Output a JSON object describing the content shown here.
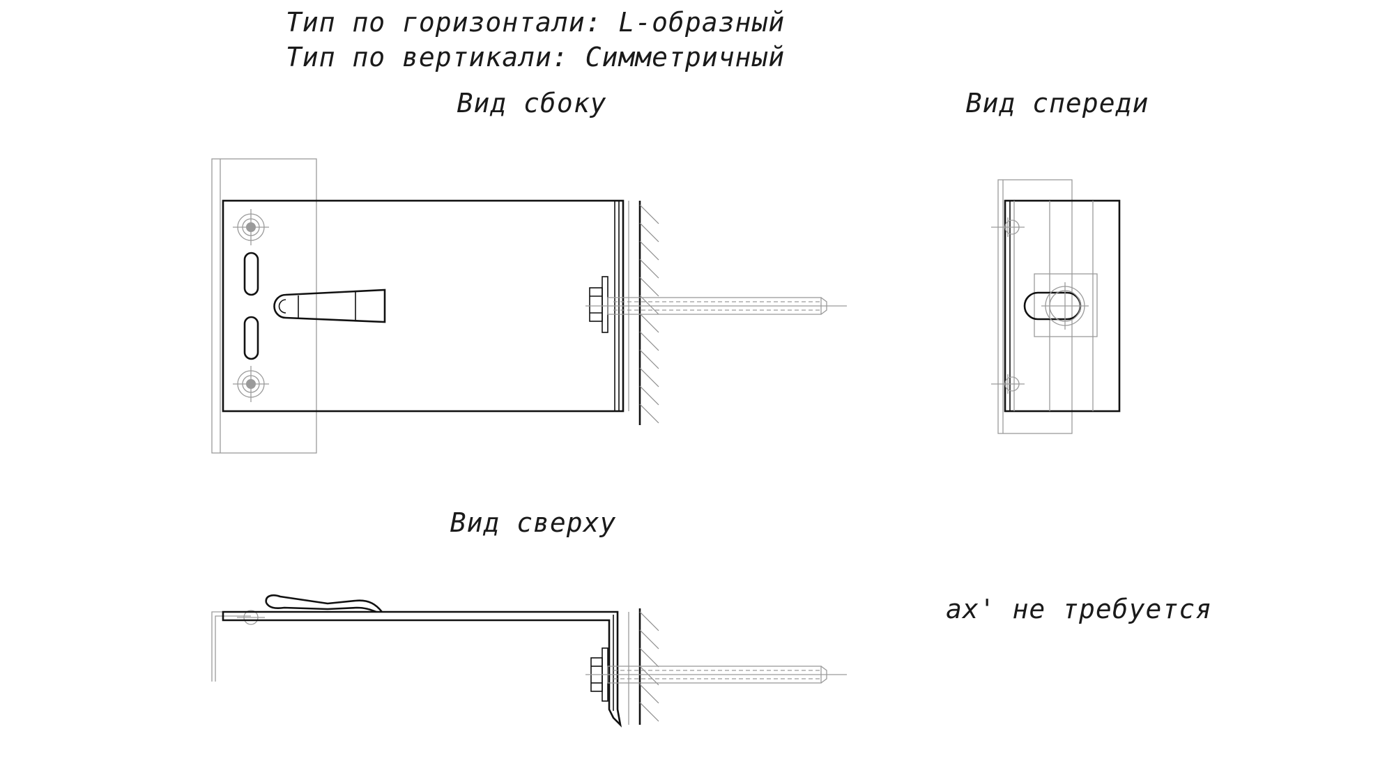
{
  "header": {
    "horizontal_type": "Тип по горизонтали: L-образный",
    "vertical_type": "Тип по вертикали: Симметричный"
  },
  "views": {
    "side": "Вид сбоку",
    "front": "Вид спереди",
    "top": "Вид сверху"
  },
  "note": "ax' не требуется"
}
